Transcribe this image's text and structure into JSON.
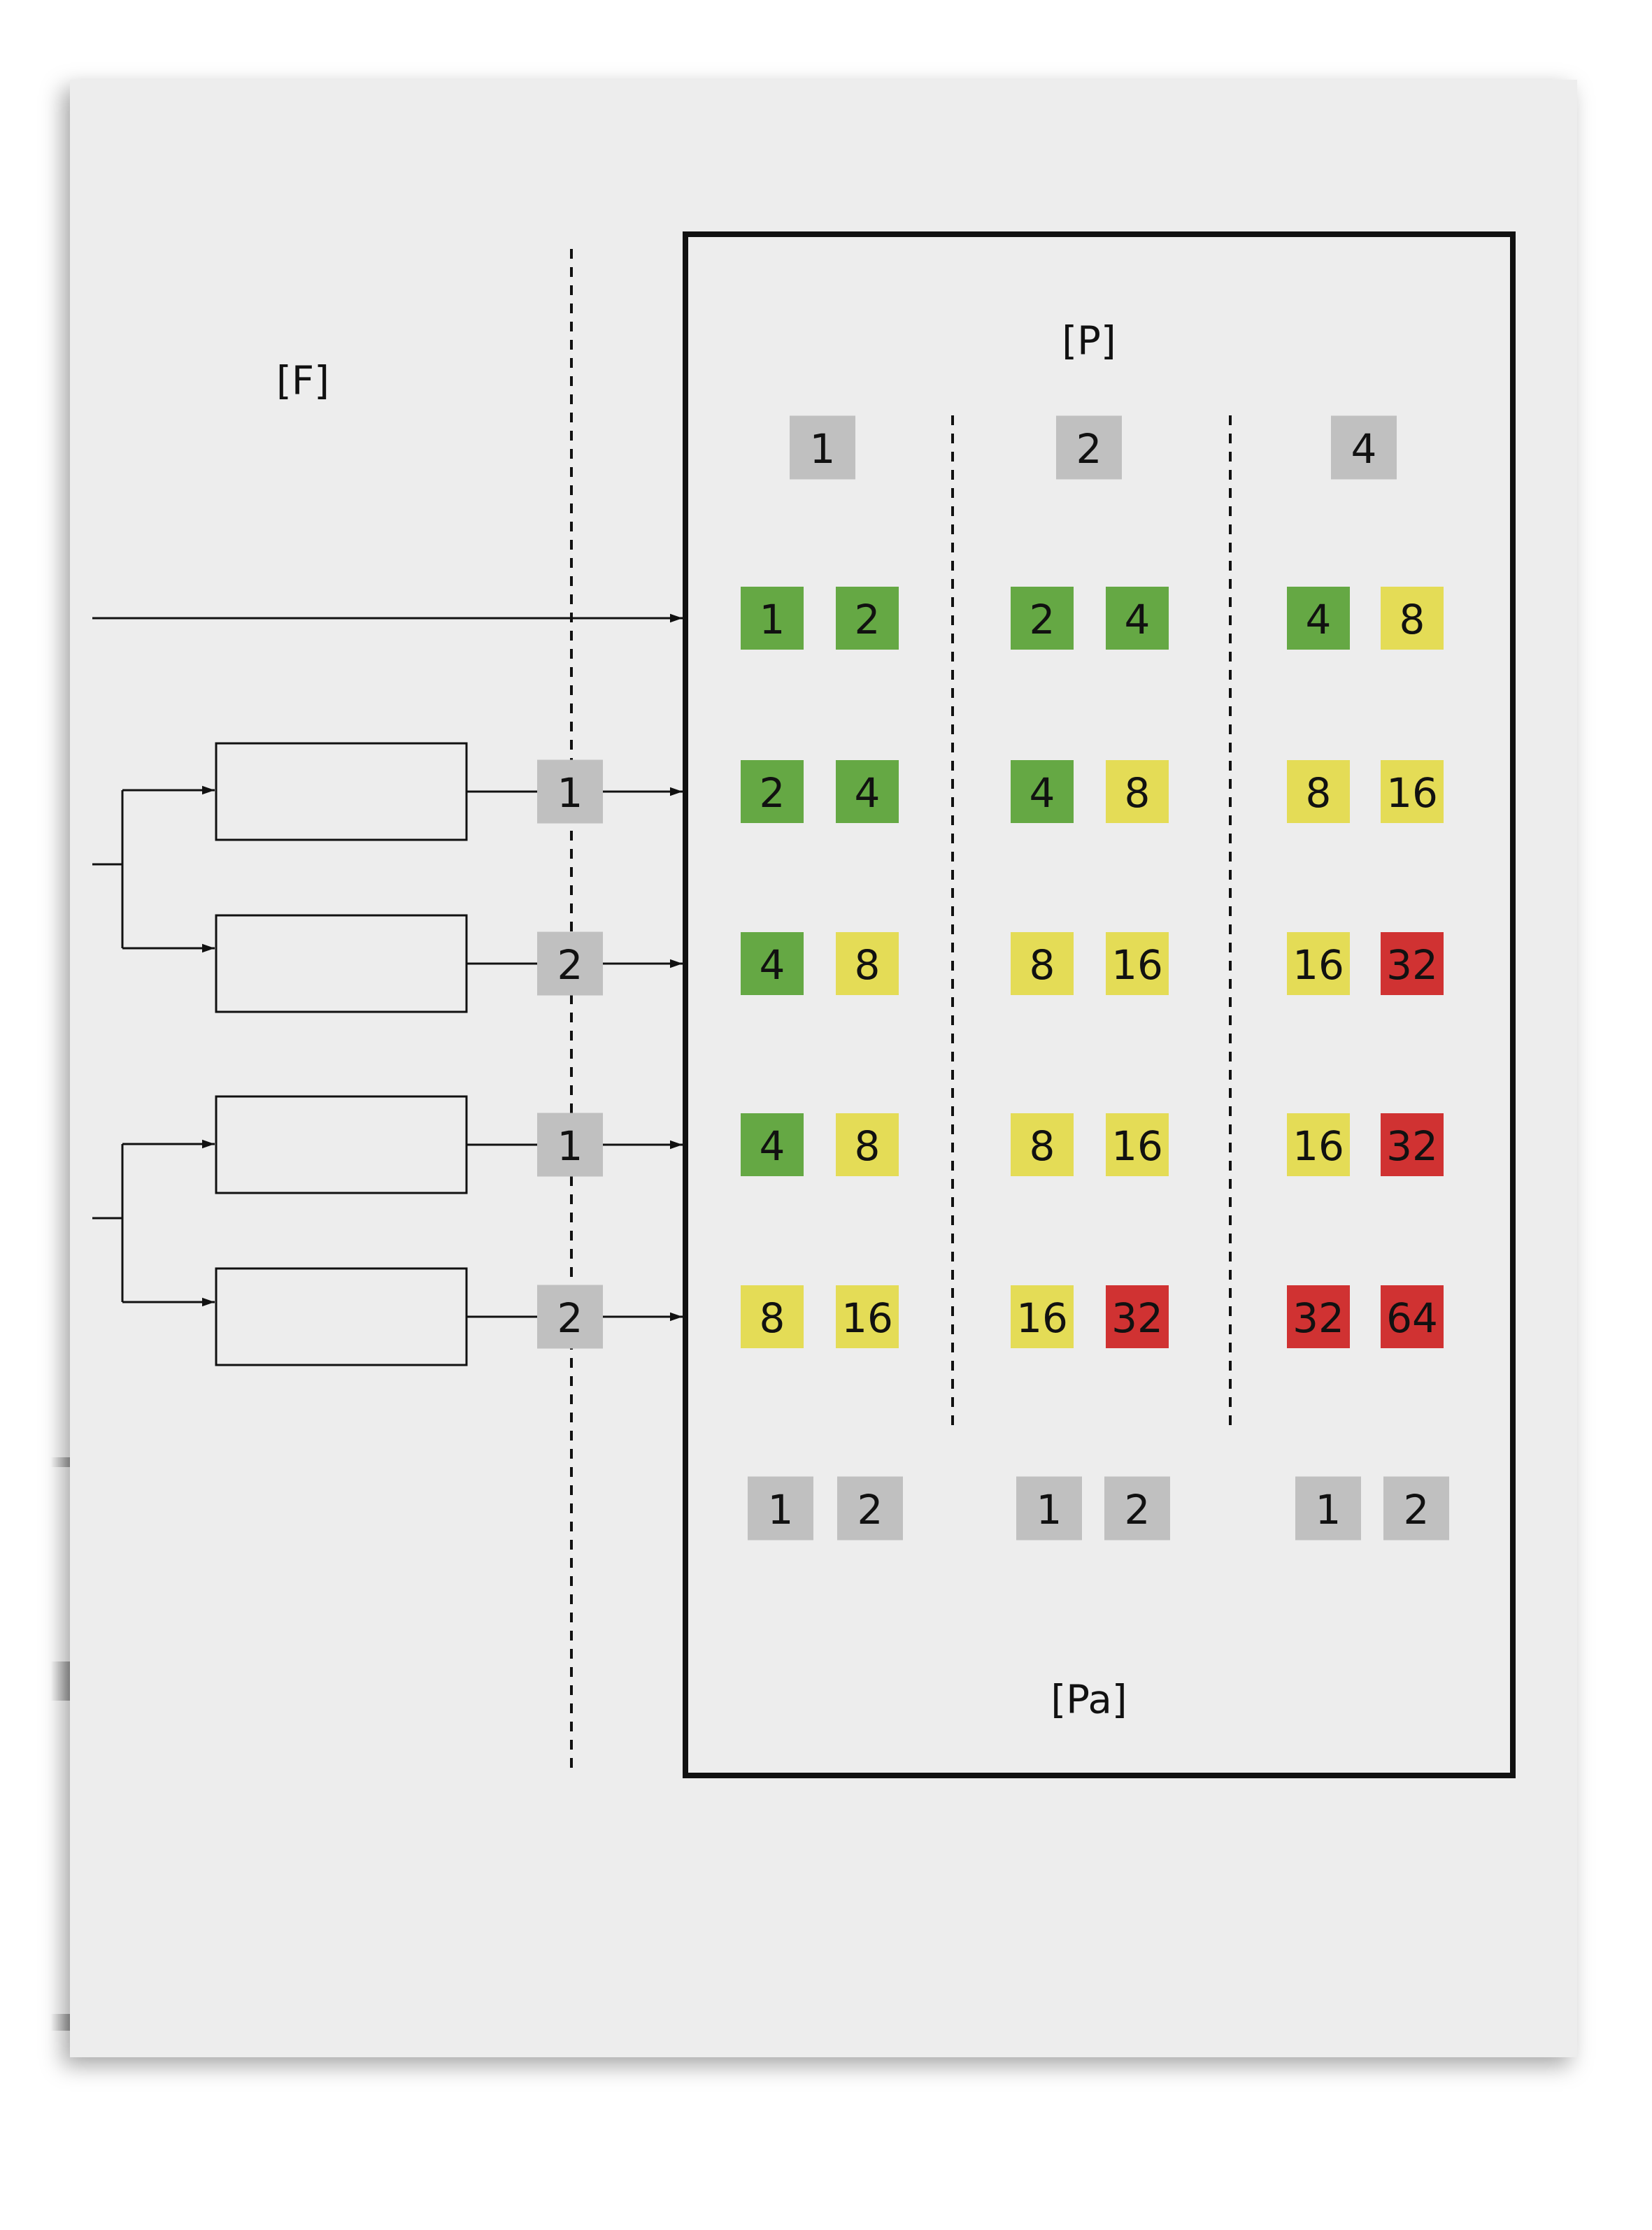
{
  "labels": {
    "left_section": "[F]",
    "top_section": "[P]",
    "bottom_section": "[Pa]"
  },
  "colors": {
    "green": "#65a844",
    "yellow": "#e4dc56",
    "red": "#d03232",
    "gray": "#c0c0c0",
    "background": "#ededed",
    "stroke": "#111111"
  },
  "column_headers": [
    "1",
    "2",
    "4"
  ],
  "input_labels": [
    "1",
    "2",
    "1",
    "2"
  ],
  "grid": {
    "rows": [
      [
        {
          "v": "1",
          "c": "green"
        },
        {
          "v": "2",
          "c": "green"
        },
        {
          "v": "2",
          "c": "green"
        },
        {
          "v": "4",
          "c": "green"
        },
        {
          "v": "4",
          "c": "green"
        },
        {
          "v": "8",
          "c": "yellow"
        }
      ],
      [
        {
          "v": "2",
          "c": "green"
        },
        {
          "v": "4",
          "c": "green"
        },
        {
          "v": "4",
          "c": "green"
        },
        {
          "v": "8",
          "c": "yellow"
        },
        {
          "v": "8",
          "c": "yellow"
        },
        {
          "v": "16",
          "c": "yellow"
        }
      ],
      [
        {
          "v": "4",
          "c": "green"
        },
        {
          "v": "8",
          "c": "yellow"
        },
        {
          "v": "8",
          "c": "yellow"
        },
        {
          "v": "16",
          "c": "yellow"
        },
        {
          "v": "16",
          "c": "yellow"
        },
        {
          "v": "32",
          "c": "red"
        }
      ],
      [
        {
          "v": "4",
          "c": "green"
        },
        {
          "v": "8",
          "c": "yellow"
        },
        {
          "v": "8",
          "c": "yellow"
        },
        {
          "v": "16",
          "c": "yellow"
        },
        {
          "v": "16",
          "c": "yellow"
        },
        {
          "v": "32",
          "c": "red"
        }
      ],
      [
        {
          "v": "8",
          "c": "yellow"
        },
        {
          "v": "16",
          "c": "yellow"
        },
        {
          "v": "16",
          "c": "yellow"
        },
        {
          "v": "32",
          "c": "red"
        },
        {
          "v": "32",
          "c": "red"
        },
        {
          "v": "64",
          "c": "red"
        }
      ]
    ]
  },
  "bottom_labels": [
    "1",
    "2",
    "1",
    "2",
    "1",
    "2"
  ]
}
